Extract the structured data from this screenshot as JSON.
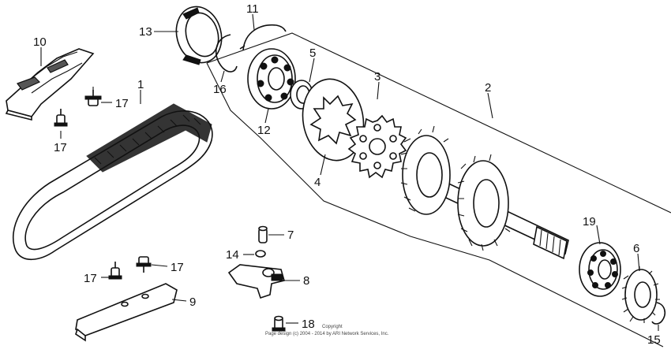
{
  "callouts": [
    "1",
    "2",
    "3",
    "4",
    "5",
    "6",
    "7",
    "8",
    "9",
    "10",
    "11",
    "12",
    "13",
    "14",
    "15",
    "16",
    "17",
    "18",
    "19"
  ],
  "copyright": {
    "line1": "Copyright",
    "line2": "Page design (c) 2004 - 2014 by ARI Network Services, Inc."
  }
}
